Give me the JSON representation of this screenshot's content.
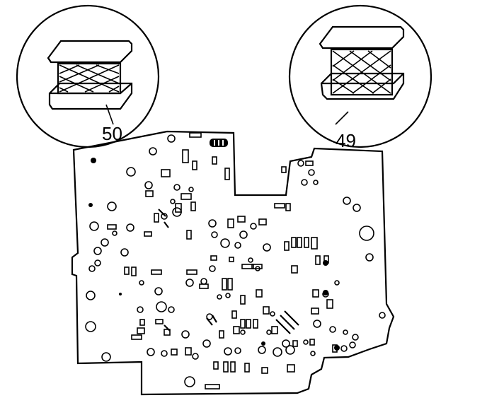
{
  "figure": {
    "callouts": [
      {
        "number": "50",
        "part": "filter-screen"
      },
      {
        "number": "49",
        "part": "filter-screen"
      }
    ],
    "colors": {
      "line": "#000000",
      "background": "#ffffff"
    }
  }
}
